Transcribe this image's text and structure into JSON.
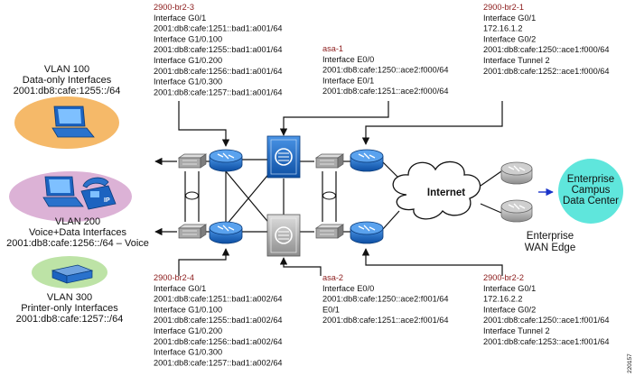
{
  "devices": {
    "br2_3": {
      "name": "2900-br2-3",
      "lines": [
        "Interface G0/1",
        "2001:db8:cafe:1251::bad1:a001/64",
        "Interface G1/0.100",
        "2001:db8:cafe:1255::bad1:a001/64",
        "Interface G1/0.200",
        "2001:db8:cafe:1256::bad1:a001/64",
        "Interface G1/0.300",
        "2001:db8:cafe:1257::bad1:a001/64"
      ]
    },
    "asa_1": {
      "name": "asa-1",
      "lines": [
        "Interface E0/0",
        "2001:db8:cafe:1250::ace2:f000/64",
        "Interface E0/1",
        "2001:db8:cafe:1251::ace2:f000/64"
      ]
    },
    "br2_1": {
      "name": "2900-br2-1",
      "lines": [
        "Interface G0/1",
        "172.16.1.2",
        "Interface G0/2",
        "2001:db8:cafe:1250::ace1:f000/64",
        "Interface Tunnel 2",
        "2001:db8:cafe:1252::ace1:f000/64"
      ]
    },
    "br2_4": {
      "name": "2900-br2-4",
      "lines": [
        "Interface G0/1",
        "2001:db8:cafe:1251::bad1:a002/64",
        "Interface G1/0.100",
        "2001:db8:cafe:1255::bad1:a002/64",
        "Interface G1/0.200",
        "2001:db8:cafe:1256::bad1:a002/64",
        "Interface G1/0.300",
        "2001:db8:cafe:1257::bad1:a002/64"
      ]
    },
    "asa_2": {
      "name": "asa-2",
      "lines": [
        "Interface E0/0",
        "2001:db8:cafe:1250::ace2:f001/64",
        "E0/1",
        "2001:db8:cafe:1251::ace2:f001/64"
      ]
    },
    "br2_2": {
      "name": "2900-br2-2",
      "lines": [
        "Interface G0/1",
        "172.16.2.2",
        "Interface G0/2",
        "2001:db8:cafe:1250::ace1:f001/64",
        "Interface Tunnel 2",
        "2001:db8:cafe:1253::ace1:f001/64"
      ]
    }
  },
  "vlans": {
    "v100": {
      "lines": [
        "VLAN 100",
        "Data-only Interfaces",
        "2001:db8:cafe:1255::/64"
      ]
    },
    "v200": {
      "lines": [
        "VLAN 200",
        "Voice+Data Interfaces",
        "2001:db8:cafe:1256::/64 – Voice"
      ]
    },
    "v300": {
      "lines": [
        "VLAN 300",
        "Printer-only Interfaces",
        "2001:db8:cafe:1257::/64"
      ]
    }
  },
  "internet_label": "Internet",
  "phone_label": "IP",
  "wan_edge": {
    "lines": [
      "Enterprise",
      "WAN Edge"
    ]
  },
  "campus": {
    "lines": [
      "Enterprise",
      "Campus",
      "Data Center"
    ]
  },
  "figure_id": "220157",
  "colors": {
    "router": "#1c6ec9",
    "device_name": "#8b1a1a",
    "vlan100": "#f5b969",
    "vlan200": "#dcb2d6",
    "vlan300": "#bde3a6",
    "campus": "#5fe6dc",
    "gray_router": "#b8b8b8"
  }
}
